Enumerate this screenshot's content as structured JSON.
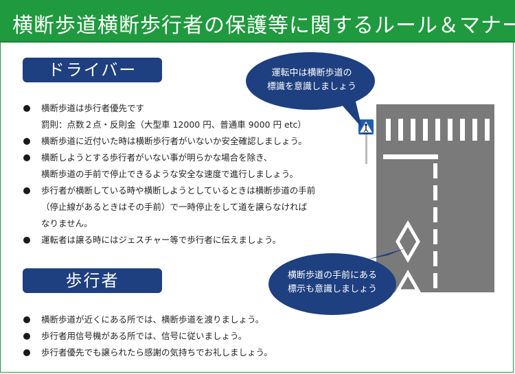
{
  "title": "横断歩道横断歩行者の保護等に関するルール＆マナー",
  "driver": {
    "label": "ドライバー",
    "items": [
      [
        "横断歩道は歩行者優先です",
        "罰則：点数２点・反則金（大型車 12000 円、普通車 9000 円 etc）"
      ],
      [
        "横断歩道に近付いた時は横断歩行者がいないか安全確認しましょう。"
      ],
      [
        "横断しようとする歩行者がいない事が明らかな場合を除き、",
        "横断歩道の手前で停止できるような安全な速度で進行しましょう。"
      ],
      [
        "歩行者が横断している時や横断しようとしているときは横断歩道の手前",
        "（停止線があるときはその手前）で一時停止をして道を譲らなければ",
        "なりません。"
      ],
      [
        "運転者は譲る時にはジェスチャー等で歩行者に伝えましょう。"
      ]
    ]
  },
  "pedestrian": {
    "label": "歩行者",
    "items": [
      [
        "横断歩道が近くにある所では、横断歩道を渡りましょう。"
      ],
      [
        "歩行者用信号機がある所では、信号に従いましょう。"
      ],
      [
        "歩行者優先でも譲られたら感謝の気持ちでお礼しましょう。"
      ]
    ]
  },
  "bubbles": {
    "top": [
      "運転中は横断歩道の",
      "標識を意識しましょう"
    ],
    "bottom": [
      "横断歩道の手前にある",
      "標示も意識しましょう"
    ]
  },
  "colors": {
    "title_bg": "#1f9a3e",
    "label_bg": "#1e3f80",
    "road": "#7a7a7a",
    "bubble": "#1e3f80",
    "sign_blue": "#1e5fb0"
  },
  "icons": [
    "crosswalk-sign-icon",
    "diamond-marking-icon"
  ]
}
